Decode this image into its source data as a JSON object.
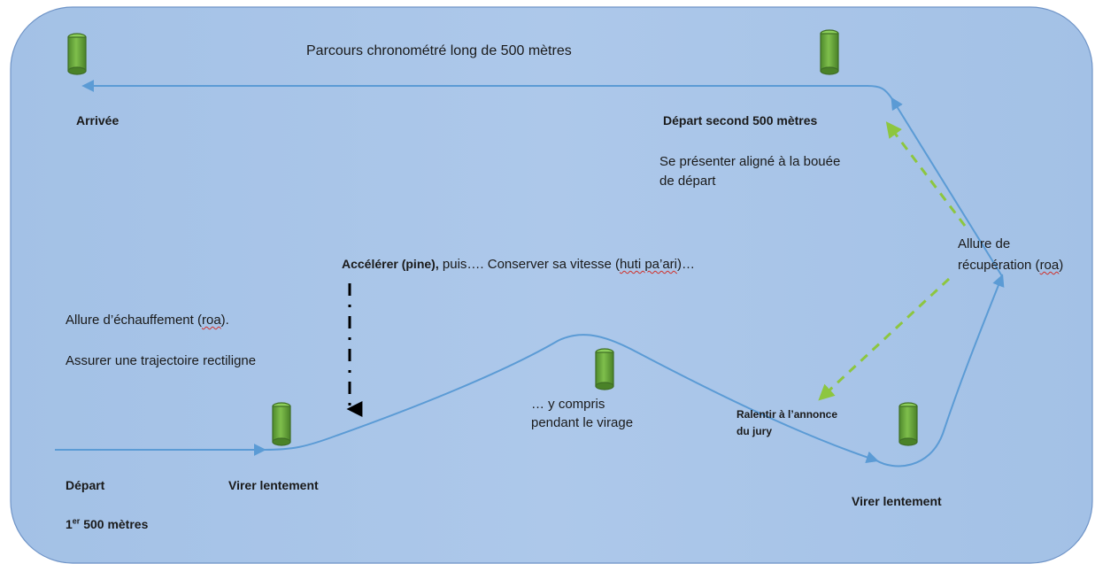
{
  "title": "Parcours chronométré long de 500 mètres",
  "labels": {
    "arrivee": "Arrivée",
    "depart_second": "Départ second 500 mètres",
    "se_presenter": "Se présenter aligné à la bouée de départ",
    "allure_recup_1": "Allure de",
    "allure_recup_2": "récupération (",
    "allure_recup_roa": "roa",
    "allure_recup_end": ")",
    "accelerer_bold": "Accélérer (pine),",
    "accelerer_rest_1": " puis…. Conserver sa vitesse (",
    "accelerer_huti": "huti pa’ari",
    "accelerer_rest_2": ")…",
    "echauffement_1": "Allure d’échauffement (",
    "echauffement_roa": "roa",
    "echauffement_2": ").",
    "trajectoire": "Assurer une trajectoire rectiligne",
    "y_compris": "… y compris pendant le virage",
    "ralentir": "Ralentir à l’annonce du jury",
    "depart": "Départ",
    "premier_num": "1",
    "premier_sup": "er",
    "premier_rest": " 500 mètres",
    "virer_1": "Virer lentement",
    "virer_2": "Virer lentement"
  },
  "colors": {
    "background": "#a8c5e8",
    "path": "#5b9bd5",
    "buoy": "#70ad47",
    "buoy_dark": "#3f6e26",
    "green_arrow": "#8dc63f",
    "black_arrow": "#000000"
  },
  "icons": [
    "buoy-icon",
    "arrow-icon"
  ]
}
